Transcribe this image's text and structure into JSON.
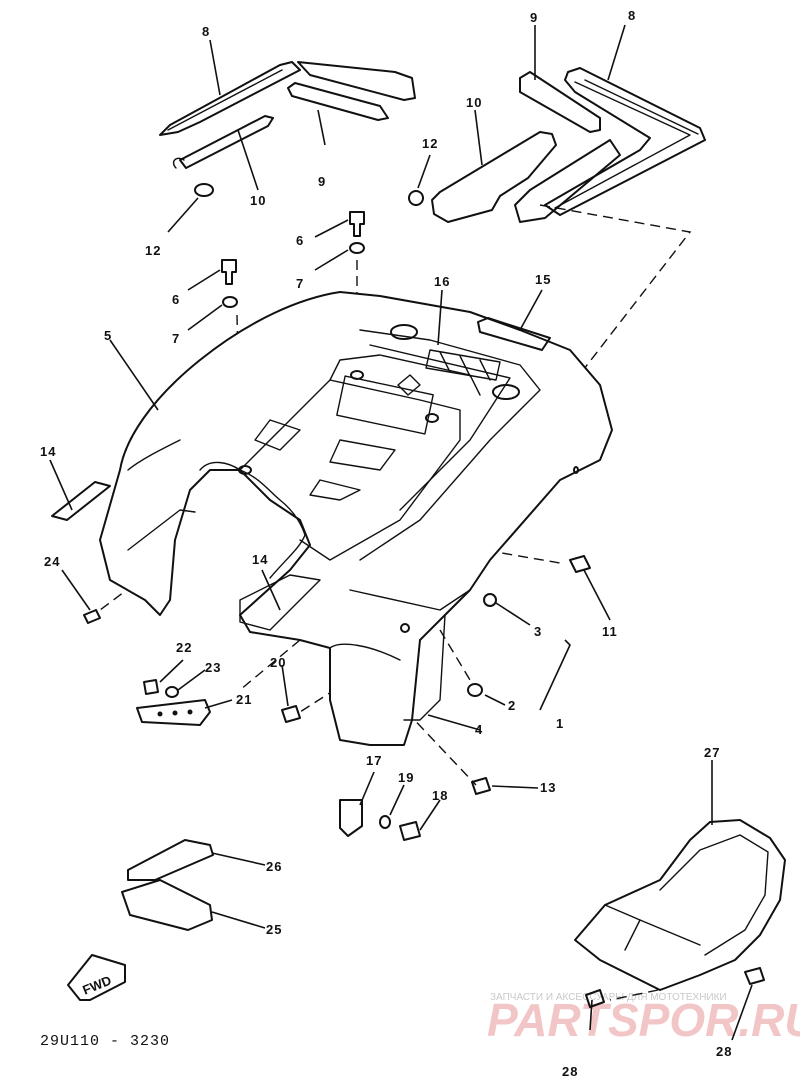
{
  "diagram": {
    "drawing_code": "29U110  - 3230",
    "fwd_label": "FWD",
    "watermark_top": "ЗАПЧАСТИ И АКСЕССУАРЫ ДЛЯ МОТОТЕХНИКИ",
    "watermark_main": "PARTSPOR.RU",
    "callouts": {
      "c8a": "8",
      "c9a": "9",
      "c10a": "10",
      "c12a": "12",
      "c9b": "9",
      "c8b": "8",
      "c10b": "10",
      "c12b": "12",
      "c6a": "6",
      "c7a": "7",
      "c6b": "6",
      "c7b": "7",
      "c16": "16",
      "c15": "15",
      "c5": "5",
      "c14a": "14",
      "c14b": "14",
      "c24": "24",
      "c11": "11",
      "c3": "3",
      "c2": "2",
      "c1": "1",
      "c4": "4",
      "c22": "22",
      "c23": "23",
      "c21": "21",
      "c20": "20",
      "c13": "13",
      "c17": "17",
      "c19": "19",
      "c18": "18",
      "c26": "26",
      "c25": "25",
      "c27": "27",
      "c28a": "28",
      "c28b": "28"
    }
  }
}
